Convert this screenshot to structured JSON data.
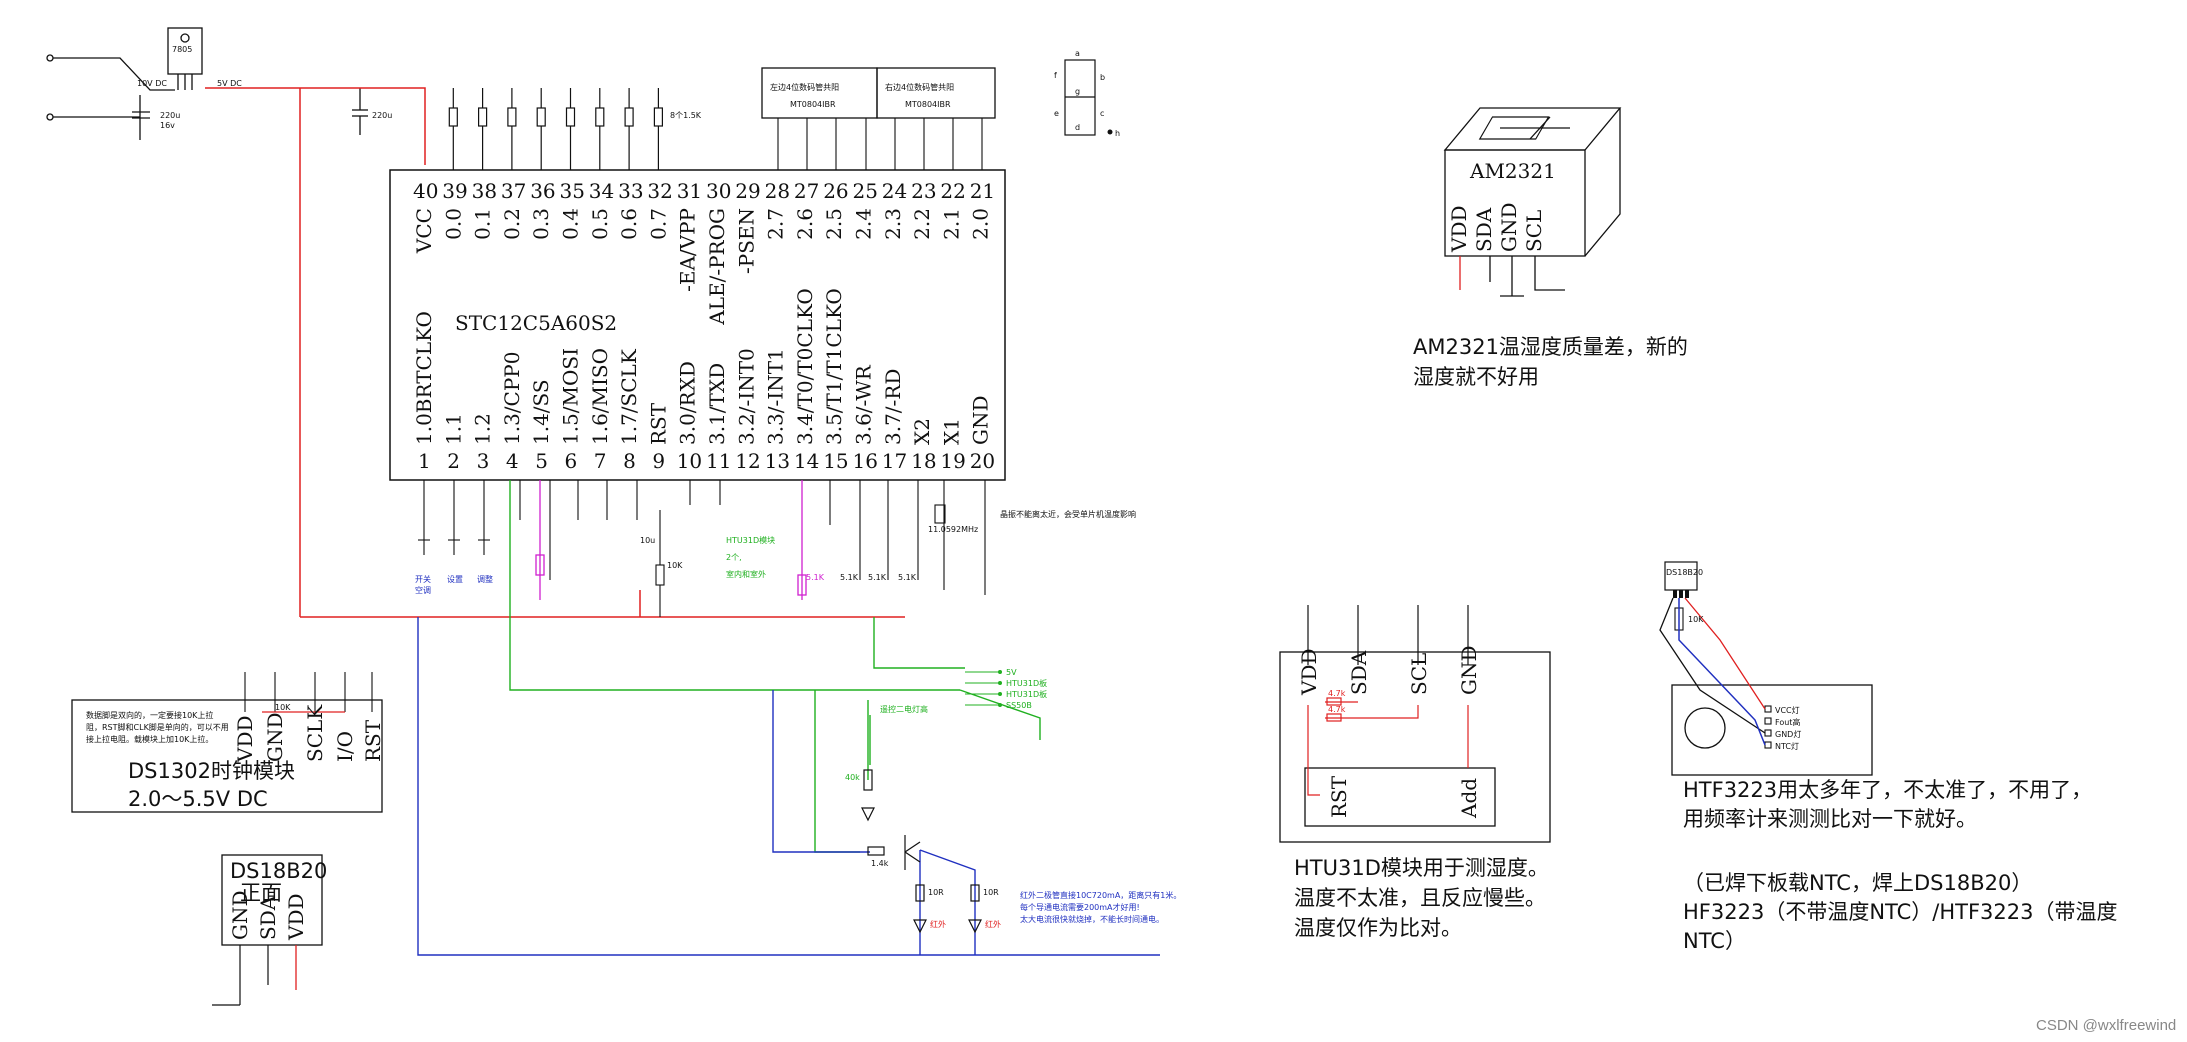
{
  "regulator": {
    "label": "7805",
    "cap1": "220u\n16v",
    "cap1_a": "220u",
    "cap1_b": "16v",
    "cap2": "220u",
    "in_v": "10V DC",
    "out_v": "5V DC"
  },
  "resistor_note": "8个1.5K",
  "mcu": {
    "name": "STC12C5A60S2",
    "top_pins": [
      {
        "num": "40",
        "name": "VCC"
      },
      {
        "num": "39",
        "name": "0.0"
      },
      {
        "num": "38",
        "name": "0.1"
      },
      {
        "num": "37",
        "name": "0.2"
      },
      {
        "num": "36",
        "name": "0.3"
      },
      {
        "num": "35",
        "name": "0.4"
      },
      {
        "num": "34",
        "name": "0.5"
      },
      {
        "num": "33",
        "name": "0.6"
      },
      {
        "num": "32",
        "name": "0.7"
      },
      {
        "num": "31",
        "name": "-EA/VPP"
      },
      {
        "num": "30",
        "name": "ALE/-PROG"
      },
      {
        "num": "29",
        "name": "-PSEN"
      },
      {
        "num": "28",
        "name": "2.7"
      },
      {
        "num": "27",
        "name": "2.6"
      },
      {
        "num": "26",
        "name": "2.5"
      },
      {
        "num": "25",
        "name": "2.4"
      },
      {
        "num": "24",
        "name": "2.3"
      },
      {
        "num": "23",
        "name": "2.2"
      },
      {
        "num": "22",
        "name": "2.1"
      },
      {
        "num": "21",
        "name": "2.0"
      }
    ],
    "bottom_pins": [
      {
        "num": "1",
        "name": "1.0BRTCLKO"
      },
      {
        "num": "2",
        "name": "1.1"
      },
      {
        "num": "3",
        "name": "1.2"
      },
      {
        "num": "4",
        "name": "1.3/CPP0"
      },
      {
        "num": "5",
        "name": "1.4/SS"
      },
      {
        "num": "6",
        "name": "1.5/MOSI"
      },
      {
        "num": "7",
        "name": "1.6/MISO"
      },
      {
        "num": "8",
        "name": "1.7/SCLK"
      },
      {
        "num": "9",
        "name": "RST"
      },
      {
        "num": "10",
        "name": "3.0/RXD"
      },
      {
        "num": "11",
        "name": "3.1/TXD"
      },
      {
        "num": "12",
        "name": "3.2/-INT0"
      },
      {
        "num": "13",
        "name": "3.3/-INT1"
      },
      {
        "num": "14",
        "name": "3.4/T0/T0CLKO"
      },
      {
        "num": "15",
        "name": "3.5/T1/T1CLKO"
      },
      {
        "num": "16",
        "name": "3.6/-WR"
      },
      {
        "num": "17",
        "name": "3.7/-RD"
      },
      {
        "num": "18",
        "name": "X2"
      },
      {
        "num": "19",
        "name": "X1"
      },
      {
        "num": "20",
        "name": "GND"
      }
    ]
  },
  "displays": {
    "left": {
      "title": "左边4位数码管共阳",
      "part": "MT0804IBR"
    },
    "right": {
      "title": "右边4位数码管共阳",
      "part": "MT0804IBR"
    }
  },
  "segments": {
    "a": "a",
    "b": "b",
    "c": "c",
    "d": "d",
    "e": "e",
    "f": "f",
    "g": "g",
    "h": "h"
  },
  "am2321": {
    "name": "AM2321",
    "pins": [
      "VDD",
      "SDA",
      "GND",
      "SCL"
    ],
    "note_line1": "AM2321温湿度质量差，新的",
    "note_line2": "湿度就不好用"
  },
  "buttons": {
    "b1": "开关\n空调",
    "b1_a": "开关",
    "b1_b": "空调",
    "b2": "设置",
    "b3": "调整"
  },
  "htu_mid": {
    "line1": "HTU31D模块",
    "line2": "2个,",
    "line3": "室内和室外"
  },
  "crystal": {
    "freq": "11.0592MHz",
    "note": "晶振不能离太近，会受单片机温度影响"
  },
  "ds1302": {
    "note1": "数据脚是双向的，一定要接10K上拉",
    "note2": "阻，RST脚和CLK脚是单向的，可以不用",
    "note3": "接上拉电阻。载模块上加10K上拉。",
    "pins": [
      "VDD",
      "GND",
      "SCLK",
      "I/O",
      "RST"
    ],
    "title": "DS1302时钟模块",
    "voltage": "2.0～5.5V DC",
    "res": "10K"
  },
  "ds18b20": {
    "line1": "DS18B20",
    "line2": "正面",
    "pins": [
      "GND",
      "SDA",
      "VDD"
    ]
  },
  "htu_module": {
    "pins": [
      "VDD",
      "SDA",
      "SCL",
      "GND"
    ],
    "rst": "RST",
    "add": "Add",
    "r1": "4.7k",
    "r2": "4.7k",
    "note1": "HTU31D模块用于测湿度。",
    "note2": "温度不太准，且反应慢些。",
    "note3": "温度仅作为比对。"
  },
  "htf": {
    "chip": "DS18B20",
    "res": "10K",
    "pins": [
      "VCC灯",
      "Fout高",
      "GND灯",
      "NTC灯"
    ],
    "note1": "HTF3223用太多年了，不太准了，不用了，",
    "note2": "用频率计来测测比对一下就好。",
    "note3": "（已焊下板载NTC，焊上DS18B20）",
    "note4": "HF3223（不带温度NTC）/HTF3223（带温度",
    "note5": "NTC）"
  },
  "ir": {
    "note1": "红外二极管直接10C720mA，距离只有1米。",
    "note2": "每个导通电流需要200mA才好用!",
    "note3": "太大电流很快就烧掉，不能长时间通电。",
    "led_label": "红外",
    "r1": "10R",
    "r2": "10R",
    "r3": "1.4k",
    "green_res": "40k",
    "green_led": "遥控二电灯高",
    "red_note": "红外"
  },
  "connector": {
    "items": [
      "5V",
      "HTU31D板",
      "HTU31D板",
      "SS50B"
    ]
  },
  "res_labels": {
    "p15": "5.1K",
    "p16": "5.1K",
    "p17": "5.1K",
    "p14": "5.1K",
    "rst": "10K",
    "rst_cap": "10u"
  },
  "watermark": "CSDN @wxlfreewind",
  "colors": {
    "power": "#e02020",
    "ground": "#111111",
    "signal_blue": "#2030c0",
    "signal_green": "#20b020",
    "magenta": "#d020d0",
    "cyan": "#20b0d0"
  }
}
